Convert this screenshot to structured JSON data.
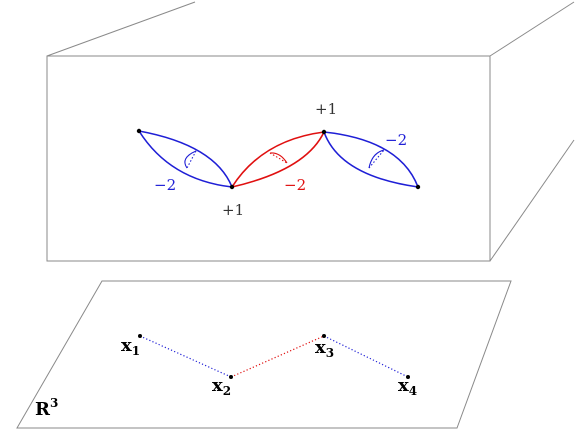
{
  "colors": {
    "blue": "#1f1fd6",
    "red": "#e01010",
    "frame": "#8a8a8a",
    "label": "#333333"
  },
  "box": {
    "weights": {
      "vertex_2": "+1",
      "vertex_3": "+1",
      "left_lens": "−2",
      "middle_lens": "−2",
      "right_lens": "−2"
    }
  },
  "plane": {
    "label_base": "R",
    "label_exp": "3",
    "points": [
      {
        "base": "x",
        "sub": "1"
      },
      {
        "base": "x",
        "sub": "2"
      },
      {
        "base": "x",
        "sub": "3"
      },
      {
        "base": "x",
        "sub": "4"
      }
    ]
  }
}
